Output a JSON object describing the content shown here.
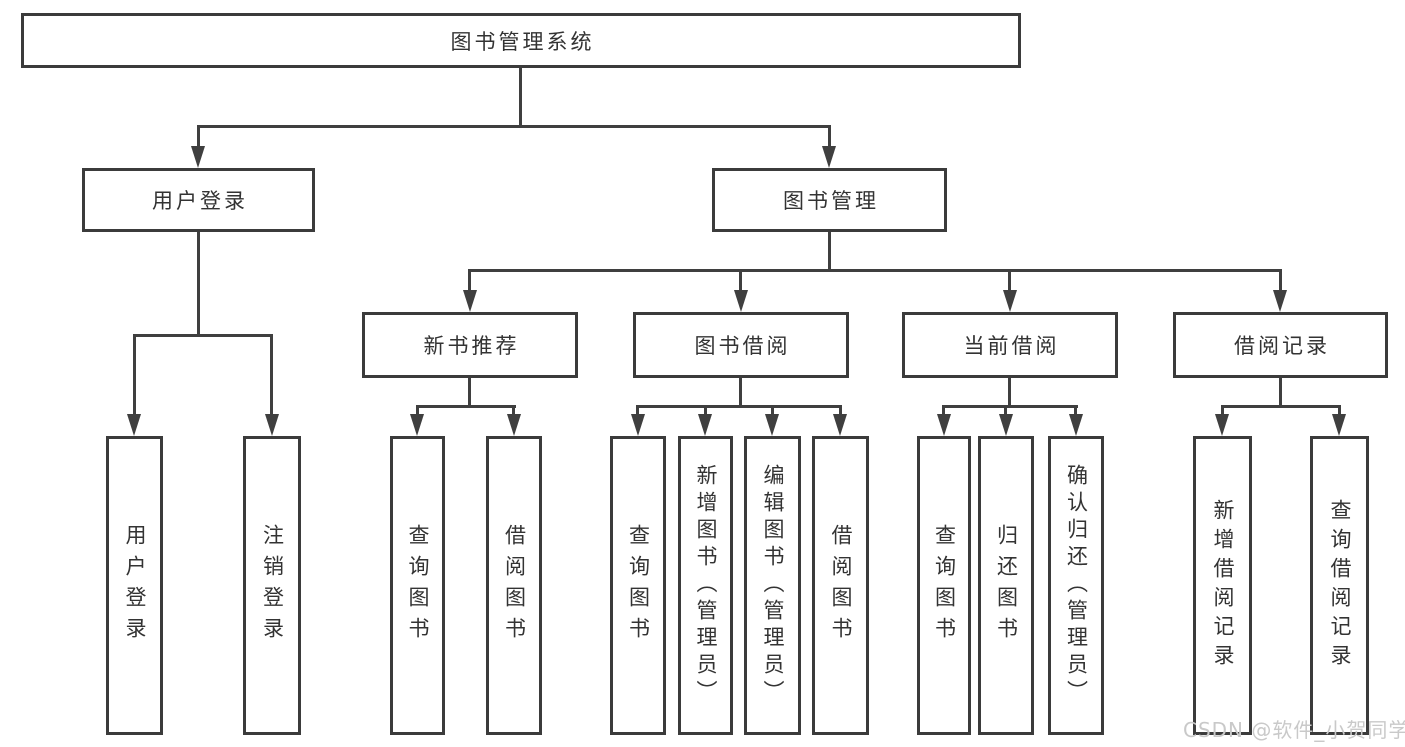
{
  "nodes": {
    "root": "图书管理系统",
    "user_login": "用户登录",
    "book_management": "图书管理",
    "new_book_recommend": "新书推荐",
    "book_borrow": "图书借阅",
    "current_borrow": "当前借阅",
    "borrow_records": "借阅记录",
    "user_login_leaf": "用户登录",
    "logout_leaf": "注销登录",
    "nbr_query_book": "查询图书",
    "nbr_borrow_book": "借阅图书",
    "bb_query_book": "查询图书",
    "bb_add_book": "新增图书（管理员）",
    "bb_edit_book": "编辑图书（管理员）",
    "bb_borrow_book": "借阅图书",
    "cb_query_book": "查询图书",
    "cb_return_book": "归还图书",
    "cb_confirm_return": "确认归还（管理员）",
    "br_add_record": "新增借阅记录",
    "br_query_record": "查询借阅记录"
  },
  "edges": [
    [
      "图书管理系统",
      "用户登录"
    ],
    [
      "图书管理系统",
      "图书管理"
    ],
    [
      "用户登录",
      "用户登录"
    ],
    [
      "用户登录",
      "注销登录"
    ],
    [
      "图书管理",
      "新书推荐"
    ],
    [
      "图书管理",
      "图书借阅"
    ],
    [
      "图书管理",
      "当前借阅"
    ],
    [
      "图书管理",
      "借阅记录"
    ],
    [
      "新书推荐",
      "查询图书"
    ],
    [
      "新书推荐",
      "借阅图书"
    ],
    [
      "图书借阅",
      "查询图书"
    ],
    [
      "图书借阅",
      "新增图书（管理员）"
    ],
    [
      "图书借阅",
      "编辑图书（管理员）"
    ],
    [
      "图书借阅",
      "借阅图书"
    ],
    [
      "当前借阅",
      "查询图书"
    ],
    [
      "当前借阅",
      "归还图书"
    ],
    [
      "当前借阅",
      "确认归还（管理员）"
    ],
    [
      "借阅记录",
      "新增借阅记录"
    ],
    [
      "借阅记录",
      "查询借阅记录"
    ]
  ],
  "watermark": "CSDN @软件_小贺同学",
  "colors": {
    "line": "#3f3f3f",
    "box_border": "#3b3b3b",
    "text": "#333333",
    "watermark": "#c9c9c9",
    "background": "#ffffff"
  }
}
